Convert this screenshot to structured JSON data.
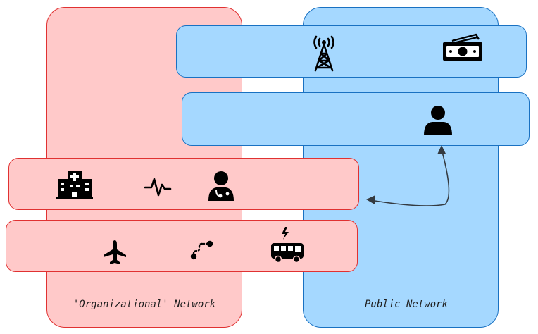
{
  "labels": {
    "org_network": "'Organizational' Network",
    "public_network": "Public Network"
  },
  "colors": {
    "org_fill": "#ffc9c9",
    "org_stroke": "#e03131",
    "public_fill": "#a5d8ff",
    "public_stroke": "#1971c2",
    "arrow": "#343a40",
    "icon": "#000000"
  },
  "icons": {
    "public_row1": [
      "radio-tower-icon",
      "money-icon"
    ],
    "public_row2": [
      "user-icon"
    ],
    "org_row1": [
      "hospital-icon",
      "heartbeat-icon",
      "doctor-icon"
    ],
    "org_row2": [
      "airplane-icon",
      "route-icon",
      "electric-bus-icon"
    ]
  },
  "connectors": [
    {
      "from": "public-row-user",
      "to": "org-row-health",
      "direction": "bidirectional"
    }
  ]
}
